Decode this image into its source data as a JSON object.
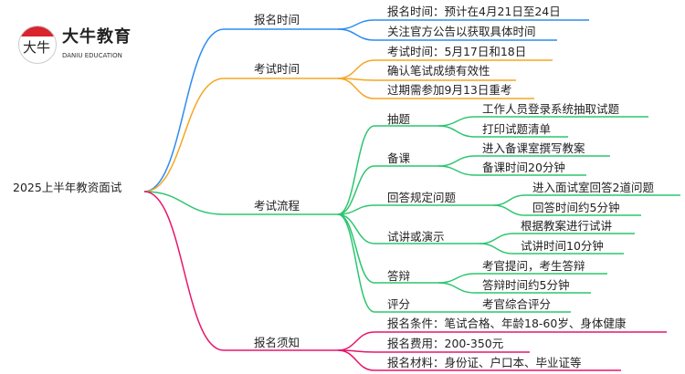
{
  "logo": {
    "name": "大牛教育",
    "subtitle": "DANIU EDUCATION",
    "glyph": "大牛"
  },
  "colors": {
    "blue": "#2d8cf0",
    "orange": "#f5a623",
    "green": "#2cc56f",
    "pink": "#e8156b"
  },
  "root": "2025上半年教资面试",
  "branches": [
    {
      "label": "报名时间",
      "children": [
        "报名时间：预计在4月21日至24日",
        "关注官方公告以获取具体时间"
      ]
    },
    {
      "label": "考试时间",
      "children": [
        "考试时间：5月17日和18日",
        "确认笔试成绩有效性",
        "过期需参加9月13日重考"
      ]
    },
    {
      "label": "考试流程",
      "children": [
        {
          "label": "抽题",
          "children": [
            "工作人员登录系统抽取试题",
            "打印试题清单"
          ]
        },
        {
          "label": "备课",
          "children": [
            "进入备课室撰写教案",
            "备课时间20分钟"
          ]
        },
        {
          "label": "回答规定问题",
          "children": [
            "进入面试室回答2道问题",
            "回答时间约5分钟"
          ]
        },
        {
          "label": "试讲或演示",
          "children": [
            "根据教案进行试讲",
            "试讲时间10分钟"
          ]
        },
        {
          "label": "答辩",
          "children": [
            "考官提问，考生答辩",
            "答辩时间约5分钟"
          ]
        },
        {
          "label": "评分",
          "children": [
            "考官综合评分"
          ]
        }
      ]
    },
    {
      "label": "报名须知",
      "children": [
        "报名条件：笔试合格、年龄18-60岁、身体健康",
        "报名费用：200-350元",
        "报名材料：身份证、户口本、毕业证等"
      ]
    }
  ]
}
